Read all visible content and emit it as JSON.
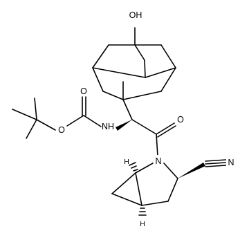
{
  "structure": {
    "atoms": {
      "hydroxyl": "OH",
      "carbamate_carbonyl_oxygen": "O",
      "carbamate_ester_oxygen": "O",
      "carbamate_nitrogen": "NH",
      "amide_carbonyl_oxygen": "O",
      "ring_nitrogen": "N",
      "nitrile_nitrogen": "N",
      "stereo_hydrogen_top": "H",
      "stereo_hydrogen_bottom": "H"
    }
  }
}
